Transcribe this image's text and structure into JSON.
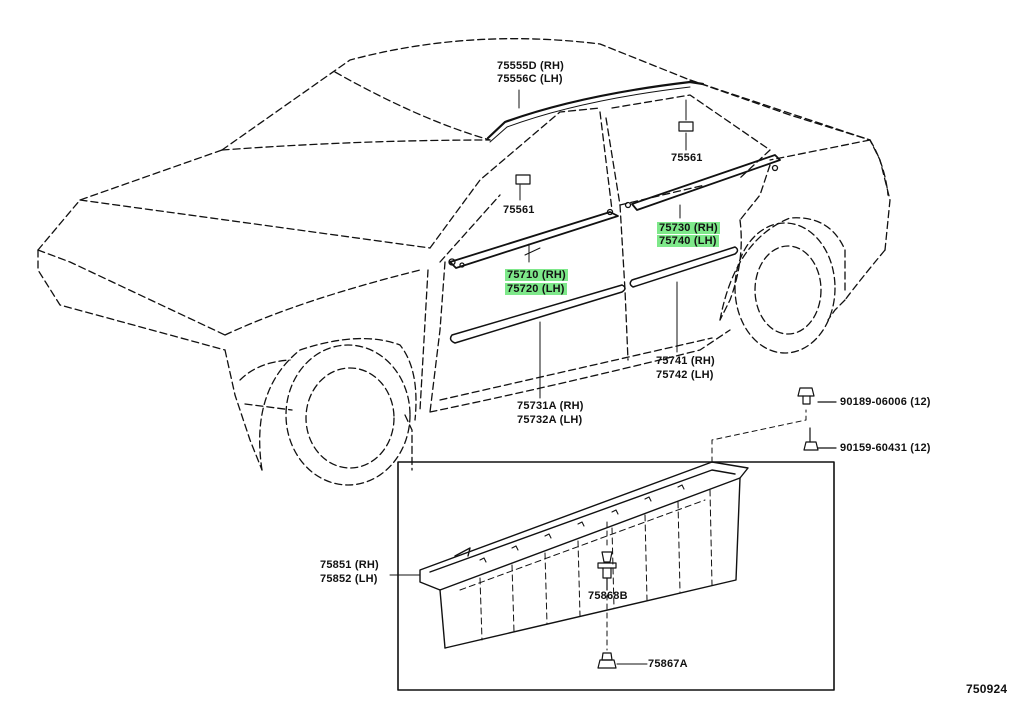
{
  "diagram": {
    "highlight_color": "#7ee88a",
    "line_color": "#111111",
    "callouts": {
      "roof_molding": {
        "rh": "75555D (RH)",
        "lh": "75556C (LH)"
      },
      "clip_rear": "75561",
      "clip_front": "75561",
      "rear_belt_molding": {
        "rh": "75730 (RH)",
        "lh": "75740 (LH)",
        "highlighted": true
      },
      "front_belt_molding": {
        "rh": "75710 (RH)",
        "lh": "75720 (LH)",
        "highlighted": true
      },
      "rear_door_body_molding": {
        "rh": "75741 (RH)",
        "lh": "75742 (LH)"
      },
      "front_door_body_molding": {
        "rh": "75731A (RH)",
        "lh": "75732A (LH)"
      },
      "clip_nut": "90189-06006 (12)",
      "screw": "90159-60431 (12)",
      "rocker_molding": {
        "rh": "75851 (RH)",
        "lh": "75852 (LH)"
      },
      "clip_upper": "75868B",
      "clip_lower": "75867A"
    },
    "figure_number": "750924"
  }
}
